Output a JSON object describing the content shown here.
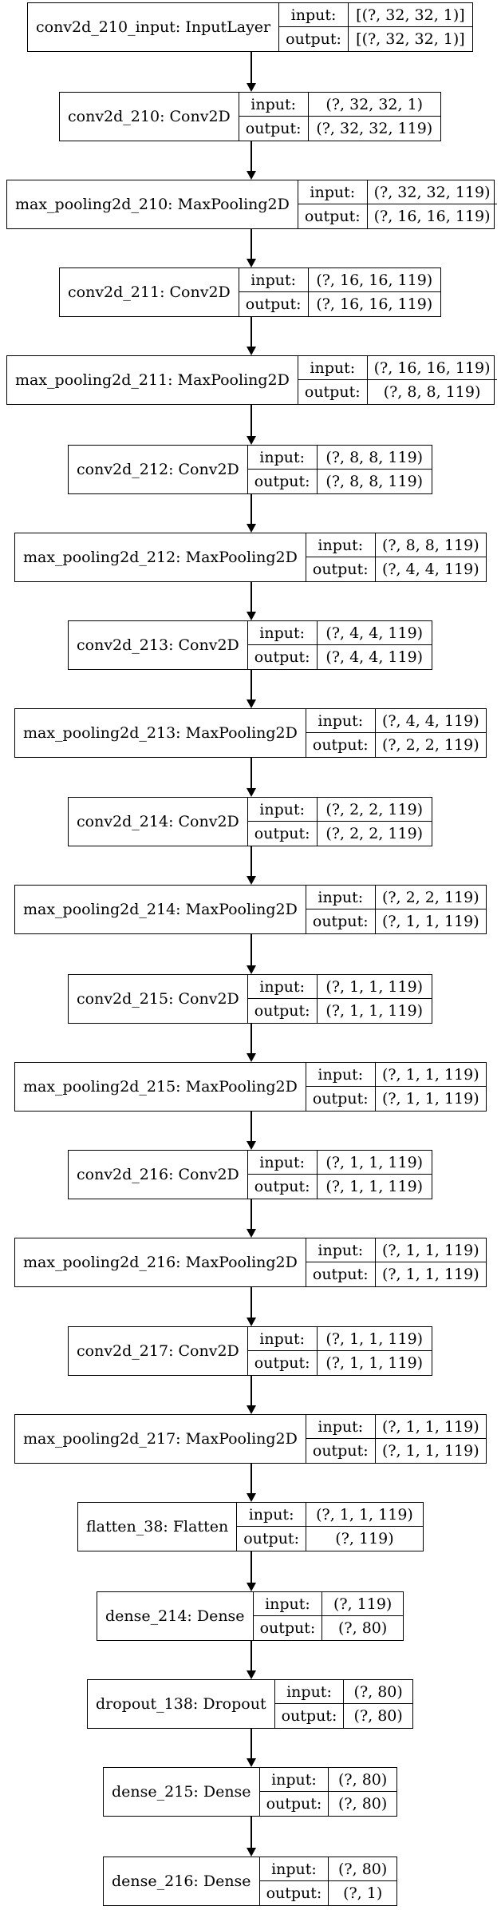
{
  "layers": [
    {
      "id": "conv2d_210_input",
      "name": "conv2d_210_input: InputLayer",
      "input_label": "input:",
      "output_label": "output:",
      "input": "[(?, 32, 32, 1)]",
      "output": "[(?, 32, 32, 1)]"
    },
    {
      "id": "conv2d_210",
      "name": "conv2d_210: Conv2D",
      "input_label": "input:",
      "output_label": "output:",
      "input": "(?, 32, 32, 1)",
      "output": "(?, 32, 32, 119)"
    },
    {
      "id": "max_pooling2d_210",
      "name": "max_pooling2d_210: MaxPooling2D",
      "input_label": "input:",
      "output_label": "output:",
      "input": "(?, 32, 32, 119)",
      "output": "(?, 16, 16, 119)"
    },
    {
      "id": "conv2d_211",
      "name": "conv2d_211: Conv2D",
      "input_label": "input:",
      "output_label": "output:",
      "input": "(?, 16, 16, 119)",
      "output": "(?, 16, 16, 119)"
    },
    {
      "id": "max_pooling2d_211",
      "name": "max_pooling2d_211: MaxPooling2D",
      "input_label": "input:",
      "output_label": "output:",
      "input": "(?, 16, 16, 119)",
      "output": "(?, 8, 8, 119)"
    },
    {
      "id": "conv2d_212",
      "name": "conv2d_212: Conv2D",
      "input_label": "input:",
      "output_label": "output:",
      "input": "(?, 8, 8, 119)",
      "output": "(?, 8, 8, 119)"
    },
    {
      "id": "max_pooling2d_212",
      "name": "max_pooling2d_212: MaxPooling2D",
      "input_label": "input:",
      "output_label": "output:",
      "input": "(?, 8, 8, 119)",
      "output": "(?, 4, 4, 119)"
    },
    {
      "id": "conv2d_213",
      "name": "conv2d_213: Conv2D",
      "input_label": "input:",
      "output_label": "output:",
      "input": "(?, 4, 4, 119)",
      "output": "(?, 4, 4, 119)"
    },
    {
      "id": "max_pooling2d_213",
      "name": "max_pooling2d_213: MaxPooling2D",
      "input_label": "input:",
      "output_label": "output:",
      "input": "(?, 4, 4, 119)",
      "output": "(?, 2, 2, 119)"
    },
    {
      "id": "conv2d_214",
      "name": "conv2d_214: Conv2D",
      "input_label": "input:",
      "output_label": "output:",
      "input": "(?, 2, 2, 119)",
      "output": "(?, 2, 2, 119)"
    },
    {
      "id": "max_pooling2d_214",
      "name": "max_pooling2d_214: MaxPooling2D",
      "input_label": "input:",
      "output_label": "output:",
      "input": "(?, 2, 2, 119)",
      "output": "(?, 1, 1, 119)"
    },
    {
      "id": "conv2d_215",
      "name": "conv2d_215: Conv2D",
      "input_label": "input:",
      "output_label": "output:",
      "input": "(?, 1, 1, 119)",
      "output": "(?, 1, 1, 119)"
    },
    {
      "id": "max_pooling2d_215",
      "name": "max_pooling2d_215: MaxPooling2D",
      "input_label": "input:",
      "output_label": "output:",
      "input": "(?, 1, 1, 119)",
      "output": "(?, 1, 1, 119)"
    },
    {
      "id": "conv2d_216",
      "name": "conv2d_216: Conv2D",
      "input_label": "input:",
      "output_label": "output:",
      "input": "(?, 1, 1, 119)",
      "output": "(?, 1, 1, 119)"
    },
    {
      "id": "max_pooling2d_216",
      "name": "max_pooling2d_216: MaxPooling2D",
      "input_label": "input:",
      "output_label": "output:",
      "input": "(?, 1, 1, 119)",
      "output": "(?, 1, 1, 119)"
    },
    {
      "id": "conv2d_217",
      "name": "conv2d_217: Conv2D",
      "input_label": "input:",
      "output_label": "output:",
      "input": "(?, 1, 1, 119)",
      "output": "(?, 1, 1, 119)"
    },
    {
      "id": "max_pooling2d_217",
      "name": "max_pooling2d_217: MaxPooling2D",
      "input_label": "input:",
      "output_label": "output:",
      "input": "(?, 1, 1, 119)",
      "output": "(?, 1, 1, 119)"
    },
    {
      "id": "flatten_38",
      "name": "flatten_38: Flatten",
      "input_label": "input:",
      "output_label": "output:",
      "input": "(?, 1, 1, 119)",
      "output": "(?, 119)"
    },
    {
      "id": "dense_214",
      "name": "dense_214: Dense",
      "input_label": "input:",
      "output_label": "output:",
      "input": "(?, 119)",
      "output": "(?, 80)"
    },
    {
      "id": "dropout_138",
      "name": "dropout_138: Dropout",
      "input_label": "input:",
      "output_label": "output:",
      "input": "(?, 80)",
      "output": "(?, 80)"
    },
    {
      "id": "dense_215",
      "name": "dense_215: Dense",
      "input_label": "input:",
      "output_label": "output:",
      "input": "(?, 80)",
      "output": "(?, 80)"
    },
    {
      "id": "dense_216",
      "name": "dense_216: Dense",
      "input_label": "input:",
      "output_label": "output:",
      "input": "(?, 80)",
      "output": "(?, 1)"
    }
  ]
}
